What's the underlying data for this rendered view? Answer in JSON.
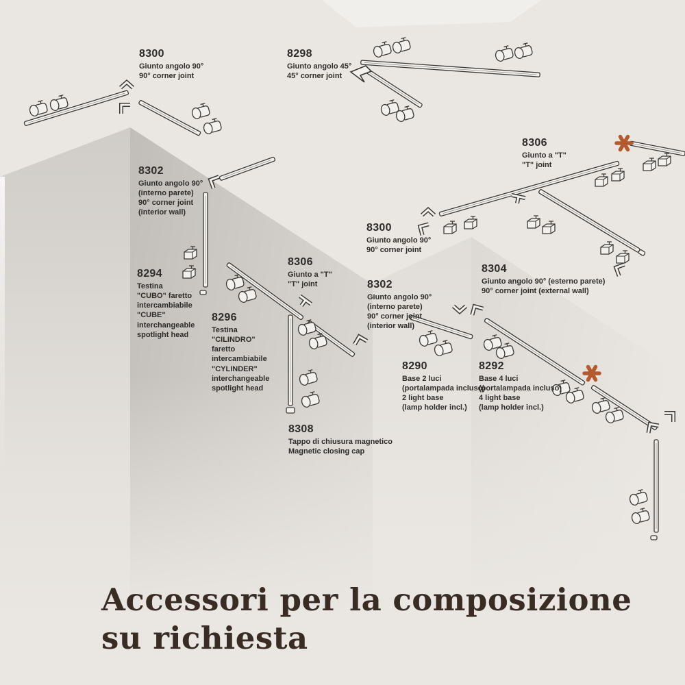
{
  "page": {
    "title": "Accessori per la composizione\nsu richiesta"
  },
  "markers": {
    "asterisk": "*",
    "asterisk_color": "#b55a2d"
  },
  "items": [
    {
      "code": "8300",
      "desc": "Giunto angolo 90°\n90° corner joint"
    },
    {
      "code": "8298",
      "desc": "Giunto angolo 45°\n45° corner joint"
    },
    {
      "code": "8306",
      "desc": "Giunto a \"T\"\n\"T\" joint"
    },
    {
      "code": "8302",
      "desc": "Giunto angolo 90°\n(interno parete)\n90° corner joint\n(interior wall)"
    },
    {
      "code": "8294",
      "desc": "Testina\n\"CUBO\" faretto\nintercambiabile\n\"CUBE\"\ninterchangeable\nspotlight head"
    },
    {
      "code": "8296",
      "desc": "Testina\n\"CILINDRO\"\nfaretto\nintercambiabile\n\"CYLINDER\"\ninterchangeable\nspotlight head"
    },
    {
      "code": "8300",
      "desc": "Giunto angolo 90°\n90° corner joint"
    },
    {
      "code": "8306",
      "desc": "Giunto a \"T\"\n\"T\" joint"
    },
    {
      "code": "8302",
      "desc": "Giunto angolo 90°\n(interno parete)\n90° corner joint\n(interior wall)"
    },
    {
      "code": "8304",
      "desc": "Giunto angolo 90° (esterno parete)\n90° corner joint (external wall)"
    },
    {
      "code": "8290",
      "desc": "Base 2 luci\n(portalampada incluso)\n2 light base\n(lamp holder incl.)"
    },
    {
      "code": "8292",
      "desc": "Base 4 luci\n(portalampada incluso)\n4 light base\n(lamp holder incl.)"
    },
    {
      "code": "8308",
      "desc": "Tappo di chiusura magnetico\nMagnetic closing cap"
    }
  ]
}
